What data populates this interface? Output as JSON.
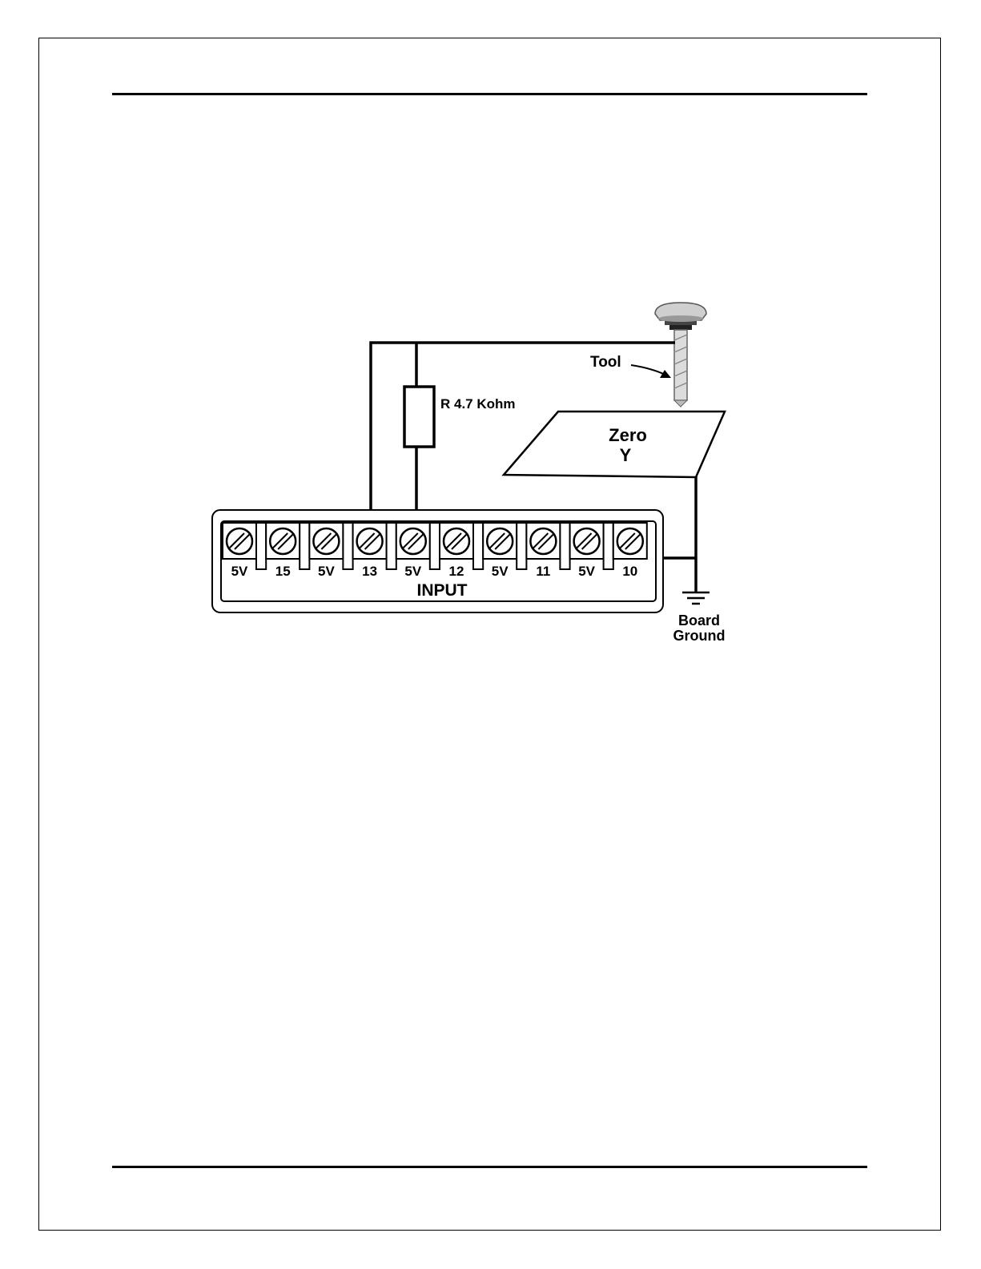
{
  "diagram": {
    "tool_label": "Tool",
    "resistor_label": "R 4.7 Kohm",
    "plate_label_line1": "Zero",
    "plate_label_line2": "Y",
    "block_label": "INPUT",
    "ground_label_line1": "Board",
    "ground_label_line2": "Ground",
    "terminals": [
      "5V",
      "15",
      "5V",
      "13",
      "5V",
      "12",
      "5V",
      "11",
      "5V",
      "10"
    ]
  }
}
